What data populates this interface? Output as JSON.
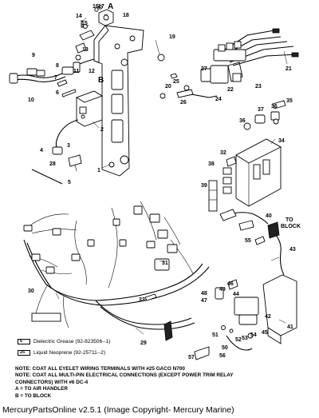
{
  "callouts": {
    "c1": "1",
    "c2": "2",
    "c3": "3",
    "c4": "4",
    "c5": "5",
    "c6": "6",
    "c7": "7",
    "c8": "8",
    "c9": "9",
    "c10": "10",
    "c11": "11",
    "c12": "12",
    "c13": "13",
    "c14": "14",
    "c15": "15",
    "c16": "16",
    "c17": "17",
    "c18": "18",
    "c19": "19",
    "c20": "20",
    "c21": "21",
    "c22": "22",
    "c23": "23",
    "c24": "24",
    "c25": "25",
    "c26": "26",
    "c27": "27",
    "c28": "28",
    "c29": "29",
    "c30": "30",
    "c31": "31",
    "c32": "32",
    "c33": "33",
    "c34": "34",
    "c35": "35",
    "c36a": "36",
    "c36b": "36",
    "c37": "37",
    "c38": "38",
    "c39": "39",
    "c40": "40",
    "c41": "41",
    "c42": "42",
    "c43": "43",
    "c44": "44",
    "c45": "45",
    "c46": "46",
    "c47": "47",
    "c48": "48",
    "c49": "49",
    "c50": "50",
    "c51": "51",
    "c52": "52",
    "c53": "53",
    "c54": "54",
    "c55": "55",
    "c56": "56",
    "c57": "57",
    "markA": "A",
    "markB": "B",
    "toBlock1": "TO",
    "toBlock2": "BLOCK"
  },
  "legend": {
    "grease_num": "6",
    "grease_label": "Dielectric Grease (92-823506--1)",
    "neoprene_num": "25",
    "neoprene_label": "Liquid Neoprene (92-25711--2)"
  },
  "notes": {
    "note1": "NOTE: COAT ALL EYELET WIRING TERMINALS WITH #25 GACO N700",
    "note2a": "NOTE: COAT ALL MULTI-PIN ELECTRICAL CONNECTIONS (EXCEPT POWER TRIM RELAY",
    "note2b": "CONNECTORS) WITH #6 DC-4",
    "keyA": "A = TO AIR HANDLER",
    "keyB": "B = TO BLOCK"
  },
  "footer": "MercuryPartsOnline v2.5.1 (Image Copyright- Mercury Marine)"
}
